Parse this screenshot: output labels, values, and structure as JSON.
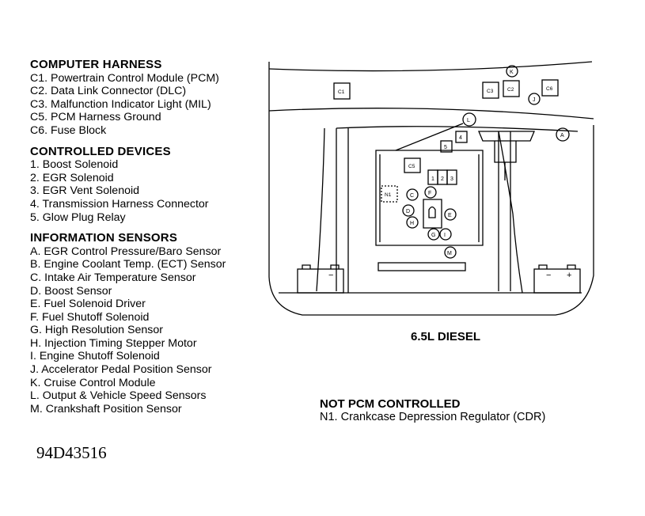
{
  "legend": {
    "computer_harness": {
      "heading": "COMPUTER HARNESS",
      "items": [
        "C1. Powertrain Control Module (PCM)",
        "C2. Data Link Connector (DLC)",
        "C3. Malfunction Indicator Light (MIL)",
        "C5. PCM Harness Ground",
        "C6. Fuse Block"
      ]
    },
    "controlled_devices": {
      "heading": "CONTROLLED DEVICES",
      "items": [
        "1. Boost Solenoid",
        "2. EGR Solenoid",
        "3. EGR Vent Solenoid",
        "4. Transmission Harness Connector",
        "5. Glow Plug Relay"
      ]
    },
    "information_sensors": {
      "heading": "INFORMATION SENSORS",
      "items": [
        "A. EGR Control Pressure/Baro Sensor",
        "B. Engine Coolant Temp. (ECT) Sensor",
        "C. Intake Air Temperature Sensor",
        "D. Boost Sensor",
        "E. Fuel Solenoid Driver",
        "F. Fuel Shutoff Solenoid",
        "G. High Resolution Sensor",
        "H. Injection Timing Stepper Motor",
        "I. Engine Shutoff Solenoid",
        "J. Accelerator Pedal Position Sensor",
        "K. Cruise Control Module",
        "L. Output & Vehicle Speed Sensors",
        "M. Crankshaft Position Sensor"
      ]
    }
  },
  "figure_id": "94D43516",
  "caption": "6.5L DIESEL",
  "not_pcm": {
    "heading": "NOT PCM CONTROLLED",
    "items": [
      "N1. Crankcase Depression Regulator (CDR)"
    ]
  },
  "diagram_labels": {
    "c1": "C1",
    "c3": "C3",
    "c2": "C2",
    "c6": "C6",
    "c5": "C5",
    "k": "K",
    "j": "J",
    "l": "L",
    "a": "A",
    "n1": "N1",
    "c": "C",
    "d": "D",
    "h": "H",
    "f": "F",
    "e": "E",
    "g": "G",
    "i": "I",
    "m": "M",
    "r1": "1",
    "r2": "2",
    "r3": "3",
    "r4": "4",
    "r5": "5",
    "bat_minus": "−",
    "bat_plus": "+",
    "bat2_minus": "−"
  }
}
